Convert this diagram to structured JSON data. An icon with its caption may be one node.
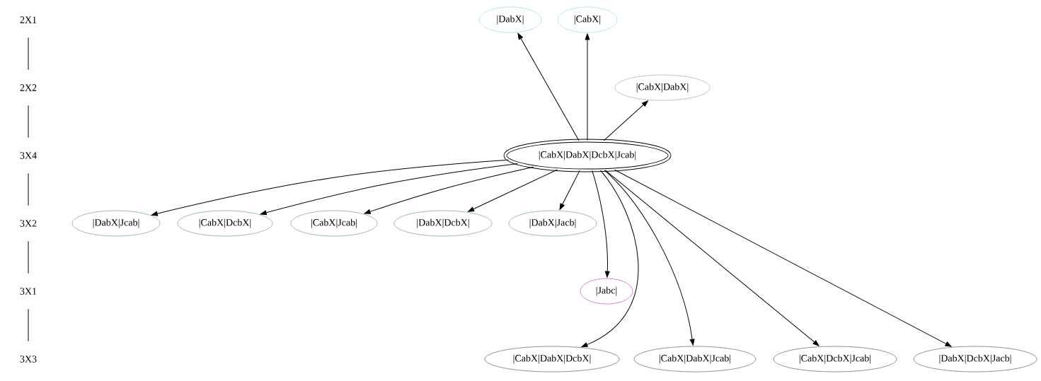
{
  "diagram": {
    "nodes": [
      {
        "text": [
          "2X1"
        ]
      },
      {
        "text": [
          "2X2"
        ]
      },
      {
        "text": [
          "3X4"
        ]
      },
      {
        "text": [
          "3X2"
        ]
      },
      {
        "text": [
          "3X1"
        ]
      },
      {
        "text": [
          "3X3"
        ]
      },
      {
        "text": [
          "|DabX|"
        ]
      },
      {
        "text": [
          "|CabX|"
        ]
      },
      {
        "text": [
          "|CabX|DabX|"
        ]
      },
      {
        "text": [
          "|CabX|DabX|DcbX|Jcab|"
        ]
      },
      {
        "text": [
          "|DabX|Jcab|"
        ]
      },
      {
        "text": [
          "|CabX|DcbX|"
        ]
      },
      {
        "text": [
          "|CabX|Jcab|"
        ]
      },
      {
        "text": [
          "|DabX|DcbX|"
        ]
      },
      {
        "text": [
          "|DabX|Jacb|"
        ]
      },
      {
        "text": [
          "|Jabc|"
        ]
      },
      {
        "text": [
          "|CabX|DabX|DcbX|"
        ]
      },
      {
        "text": [
          "|CabX|DabX|Jcab|"
        ]
      },
      {
        "text": [
          "|CabX|DcbX|Jcab|"
        ]
      },
      {
        "text": [
          "|DabX|DcbX|Jacb|"
        ]
      }
    ],
    "edges": [
      {
        "from": 0,
        "to": 1,
        "arrow": "none"
      },
      {
        "from": 1,
        "to": 2,
        "arrow": "none"
      },
      {
        "from": 2,
        "to": 3,
        "arrow": "none"
      },
      {
        "from": 3,
        "to": 4,
        "arrow": "none"
      },
      {
        "from": 4,
        "to": 5,
        "arrow": "none"
      },
      {
        "from": 9,
        "to": 6,
        "arrow": "to"
      },
      {
        "from": 9,
        "to": 7,
        "arrow": "to"
      },
      {
        "from": 9,
        "to": 8,
        "arrow": "to"
      },
      {
        "from": 9,
        "to": 10,
        "arrow": "to"
      },
      {
        "from": 9,
        "to": 11,
        "arrow": "to"
      },
      {
        "from": 9,
        "to": 12,
        "arrow": "to"
      },
      {
        "from": 9,
        "to": 13,
        "arrow": "to"
      },
      {
        "from": 9,
        "to": 14,
        "arrow": "to"
      },
      {
        "from": 9,
        "to": 15,
        "arrow": "to"
      },
      {
        "from": 9,
        "to": 16,
        "arrow": "to"
      },
      {
        "from": 9,
        "to": 17,
        "arrow": "to"
      },
      {
        "from": 9,
        "to": 18,
        "arrow": "to"
      },
      {
        "from": 9,
        "to": 19,
        "arrow": "to"
      }
    ]
  }
}
